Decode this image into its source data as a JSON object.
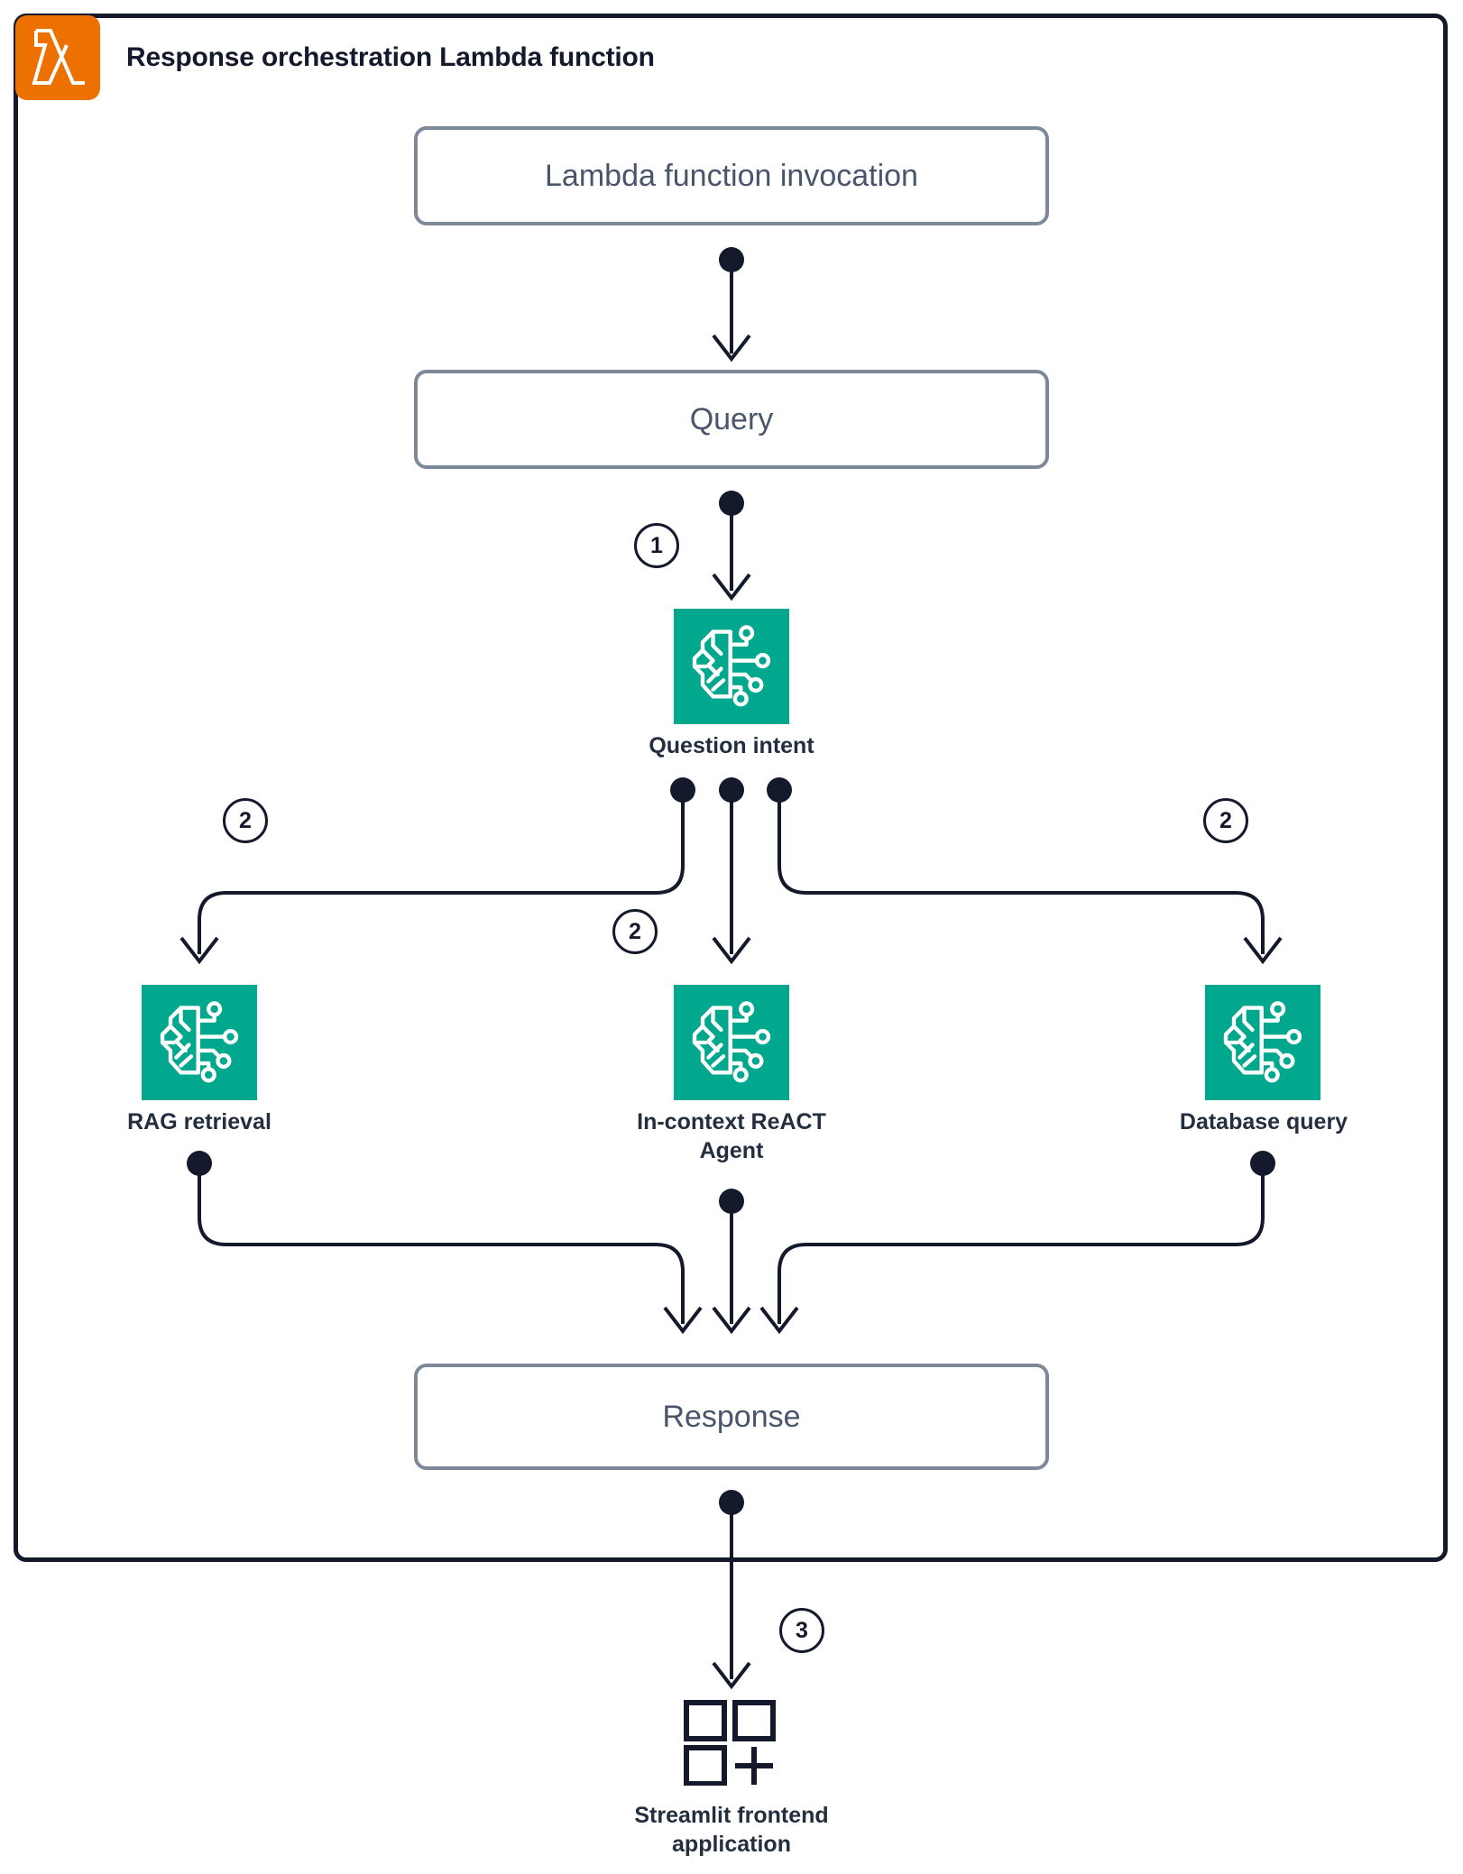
{
  "diagram": {
    "title": "Response orchestration Lambda function",
    "container_icon": "aws-lambda-icon",
    "boxes": {
      "invocation": "Lambda function invocation",
      "query": "Query",
      "response": "Response"
    },
    "nodes": [
      {
        "id": "question-intent",
        "label": "Question intent",
        "icon": "ai-brain-circuit-icon"
      },
      {
        "id": "rag-retrieval",
        "label": "RAG retrieval",
        "icon": "ai-brain-circuit-icon"
      },
      {
        "id": "react-agent",
        "label": "In-context ReACT\nAgent",
        "icon": "ai-brain-circuit-icon"
      },
      {
        "id": "database-query",
        "label": "Database query",
        "icon": "ai-brain-circuit-icon"
      }
    ],
    "frontend": {
      "label": "Streamlit frontend\napplication",
      "icon": "streamlit-grid-plus-icon"
    },
    "steps": {
      "one": "1",
      "two_left": "2",
      "two_mid": "2",
      "two_right": "2",
      "three": "3"
    },
    "colors": {
      "lambda_orange": "#ED7100",
      "ai_teal": "#01A88D",
      "container_border": "#141A2B",
      "box_border": "#7D8998",
      "box_text": "#48556A",
      "label_text": "#232F3E"
    }
  }
}
